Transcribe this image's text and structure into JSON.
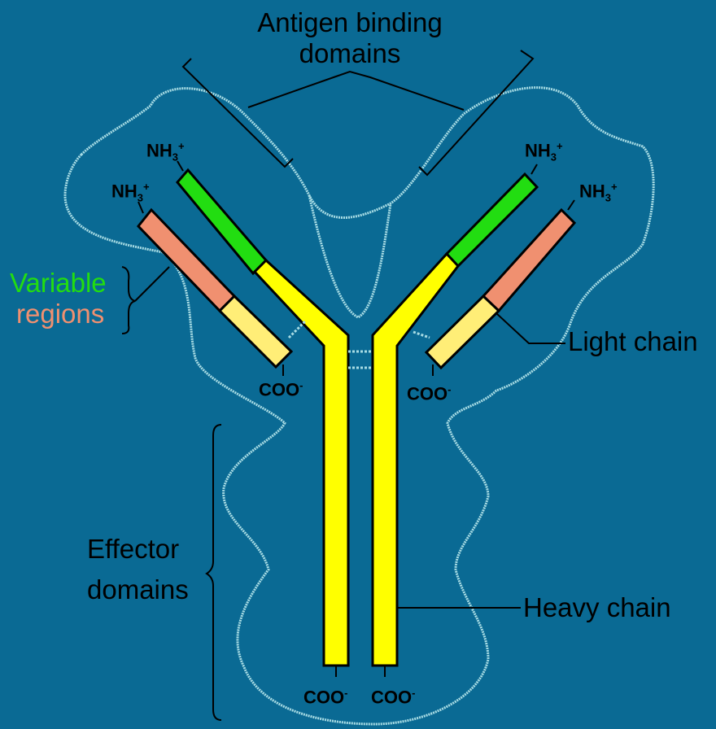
{
  "labels": {
    "antigen_binding": [
      "Antigen binding",
      "domains"
    ],
    "variable": [
      "Variable",
      "regions"
    ],
    "effector": [
      "Effector",
      "domains"
    ],
    "light_chain": "Light chain",
    "heavy_chain": "Heavy chain",
    "nh3_base": "NH",
    "nh3_sub": "3",
    "nh3_sup": "+",
    "coo": "COO",
    "coo_sup": "-"
  },
  "colors": {
    "background": "#0a6a94",
    "heavy_chain": "#ffff00",
    "heavy_variable": "#22dd11",
    "light_variable": "#f09070",
    "light_constant": "#ffee77",
    "outline": "#a8dce4",
    "variable_text": "#22dd11",
    "regions_text": "#f09070"
  }
}
